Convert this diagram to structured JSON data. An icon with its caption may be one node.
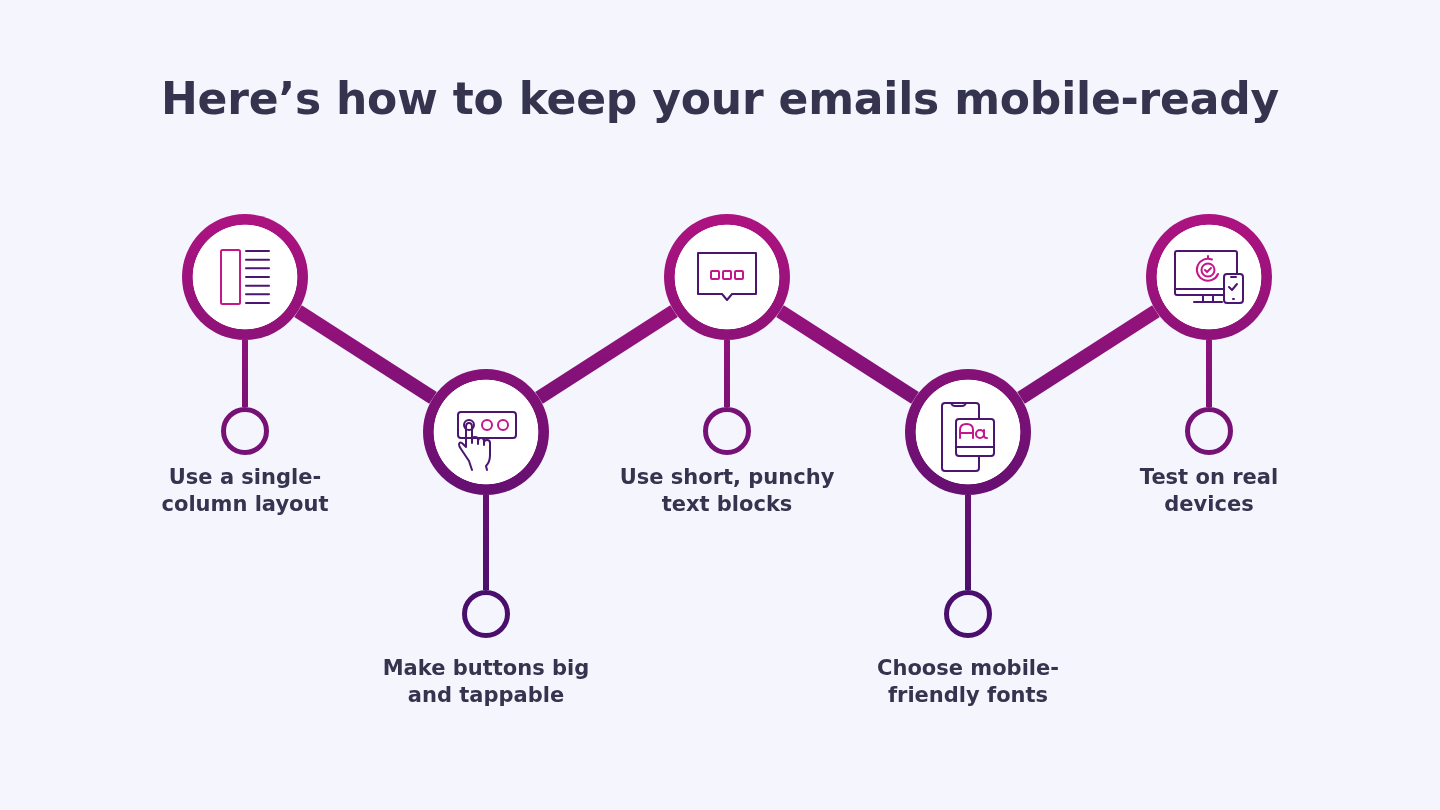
{
  "diagram": {
    "title": "Here’s how to keep your emails mobile-ready",
    "nodes": [
      {
        "text": [],
        "shape": "circle"
      },
      {
        "text": [],
        "shape": "circle",
        "beside": [
          "Use a single-column layout"
        ]
      },
      {
        "text": [],
        "shape": "circle"
      },
      {
        "text": [],
        "shape": "circle",
        "beside": [
          "Make buttons big and tappable"
        ]
      },
      {
        "text": [],
        "shape": "circle"
      },
      {
        "text": [],
        "shape": "circle",
        "beside": [
          "Use short, punchy text blocks"
        ]
      },
      {
        "text": [],
        "shape": "circle"
      },
      {
        "text": [],
        "shape": "circle",
        "beside": [
          "Choose mobile-friendly fonts"
        ]
      },
      {
        "text": [],
        "shape": "circle"
      },
      {
        "text": [],
        "shape": "circle",
        "beside": [
          "Test on real devices"
        ]
      }
    ],
    "edges": [
      {
        "from": 0,
        "to": 1,
        "arrow": "none"
      },
      {
        "from": 0,
        "to": 2,
        "arrow": "none",
        "style": "thick"
      },
      {
        "from": 2,
        "to": 3,
        "arrow": "none"
      },
      {
        "from": 2,
        "to": 4,
        "arrow": "none",
        "style": "thick"
      },
      {
        "from": 4,
        "to": 5,
        "arrow": "none"
      },
      {
        "from": 4,
        "to": 6,
        "arrow": "none",
        "style": "thick"
      },
      {
        "from": 6,
        "to": 7,
        "arrow": "none"
      },
      {
        "from": 6,
        "to": 8,
        "arrow": "none",
        "style": "thick"
      },
      {
        "from": 8,
        "to": 9,
        "arrow": "none"
      }
    ]
  }
}
